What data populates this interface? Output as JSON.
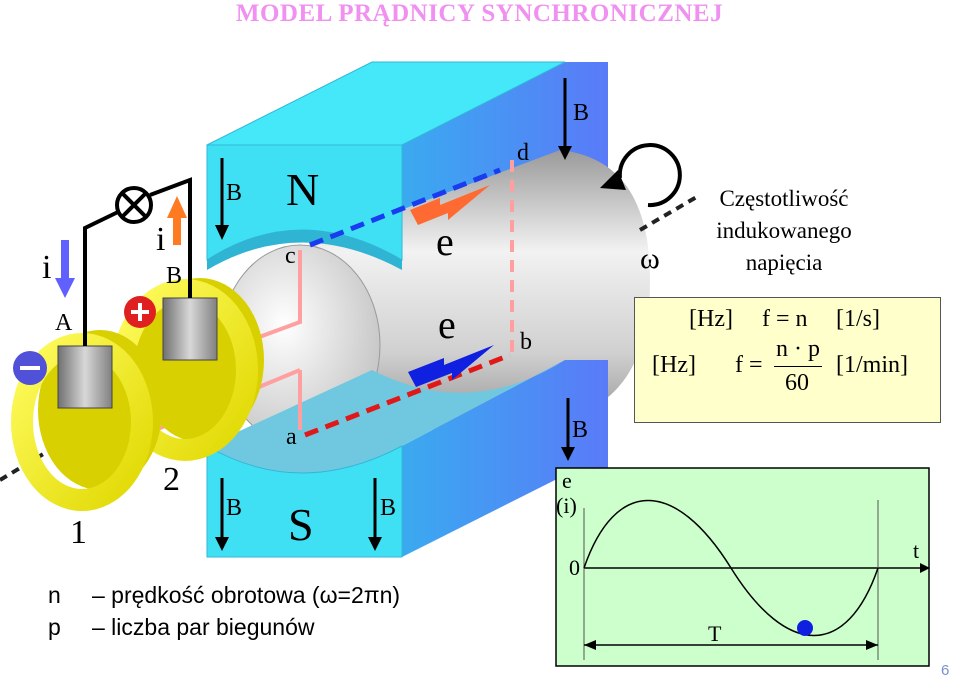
{
  "title": "MODEL PRĄDNICY SYNCHRONICZNEJ",
  "labels": {
    "north": "N",
    "south": "S",
    "field_b": "B",
    "emf": "e",
    "current": "i",
    "terminal_a": "A",
    "ring_1": "1",
    "ring_2": "2",
    "coil_a": "a",
    "coil_b": "b",
    "coil_c": "c",
    "coil_d": "d",
    "omega": "ω",
    "plus": "+",
    "minus": "–"
  },
  "frequency": {
    "description": [
      "Częstotliwość",
      "indukowanego",
      "napięcia"
    ],
    "unit_hz": "[Hz]",
    "f_eq": "f = n",
    "unit_per_s": "[1/s]",
    "f_lhs": "f =",
    "numerator": "n · p",
    "denominator": "60",
    "unit_per_min": "[1/min]"
  },
  "legend": [
    {
      "symbol": "n",
      "text": "–  prędkość obrotowa (ω=2πn)"
    },
    {
      "symbol": "p",
      "text": "–  liczba par biegunów"
    }
  ],
  "graph": {
    "ylabel_e": "e",
    "ylabel_i": "(i)",
    "origin": "0",
    "xlabel": "t",
    "period": "T"
  },
  "page_number": "6",
  "colors": {
    "pole": "#44e8f8",
    "rotor": "#c8c8c8",
    "ring": "#ffff22",
    "coil": "#ff9f9f",
    "graph_bg": "#ccffcc",
    "box_bg": "#ffffcc",
    "arrow_orange": "#ff6a33",
    "arrow_blue": "#1020e0",
    "title": "#f090f0"
  }
}
